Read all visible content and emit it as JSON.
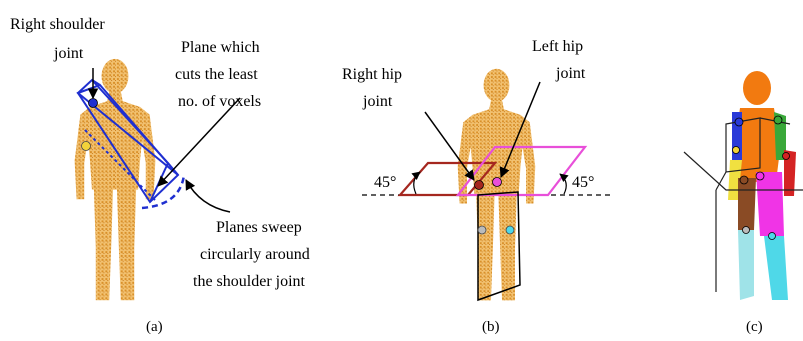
{
  "panel_a": {
    "caption": "(a)",
    "labels": {
      "right_shoulder_line1": "Right shoulder",
      "right_shoulder_line2": "joint",
      "plane_line1": "Plane which",
      "plane_line2": "cuts the least",
      "plane_line3": "no. of voxels",
      "sweep_line1": "Planes sweep",
      "sweep_line2": "circularly around",
      "sweep_line3": "the shoulder joint"
    }
  },
  "panel_b": {
    "caption": "(b)",
    "labels": {
      "left_hip_line1": "Left hip",
      "left_hip_line2": "joint",
      "right_hip_line1": "Right hip",
      "right_hip_line2": "joint",
      "angle_left": "45°",
      "angle_right": "45°"
    }
  },
  "panel_c": {
    "caption": "(c)"
  },
  "colors": {
    "voxel_orange": "#e8a23a",
    "plane_blue": "#1f2fd0",
    "plane_darkred": "#a5271f",
    "plane_magenta": "#e84fd9",
    "joint_yellow": "#f2d23a",
    "seg_orange": "#f27a10",
    "seg_green": "#3aa83a",
    "seg_red": "#d42323",
    "seg_yellow": "#f0e040",
    "seg_brown": "#8a4b25",
    "seg_magenta": "#f034e6",
    "seg_cyan": "#4fd8e8",
    "seg_lightcyan": "#9fe3e8"
  }
}
